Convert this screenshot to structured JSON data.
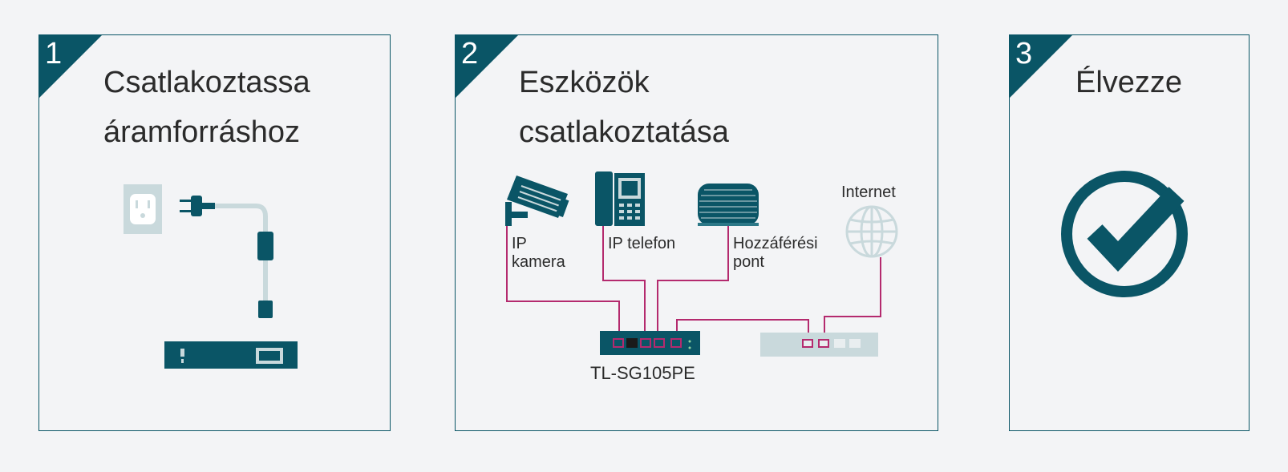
{
  "steps": [
    {
      "number": "1",
      "title_line1": "Csatlakoztassa",
      "title_line2": "áramforráshoz"
    },
    {
      "number": "2",
      "title_line1": "Eszközök",
      "title_line2": "csatlakoztatása"
    },
    {
      "number": "3",
      "title_line1": "Élvezze"
    }
  ],
  "diagram": {
    "camera_label_1": "IP",
    "camera_label_2": "kamera",
    "phone_label": "IP telefon",
    "ap_label_1": "Hozzáférési",
    "ap_label_2": "pont",
    "internet_label": "Internet",
    "switch_label": "TL-SG105PE"
  },
  "colors": {
    "teal": "#0a5566",
    "cable": "#b42a6e",
    "light_grey": "#c9d9dc",
    "background": "#f3f4f6"
  },
  "icons": [
    "power-outlet-icon",
    "power-cable-icon",
    "ip-camera-icon",
    "ip-phone-icon",
    "access-point-icon",
    "globe-icon",
    "switch-icon",
    "router-icon",
    "checkmark-circle-icon"
  ]
}
